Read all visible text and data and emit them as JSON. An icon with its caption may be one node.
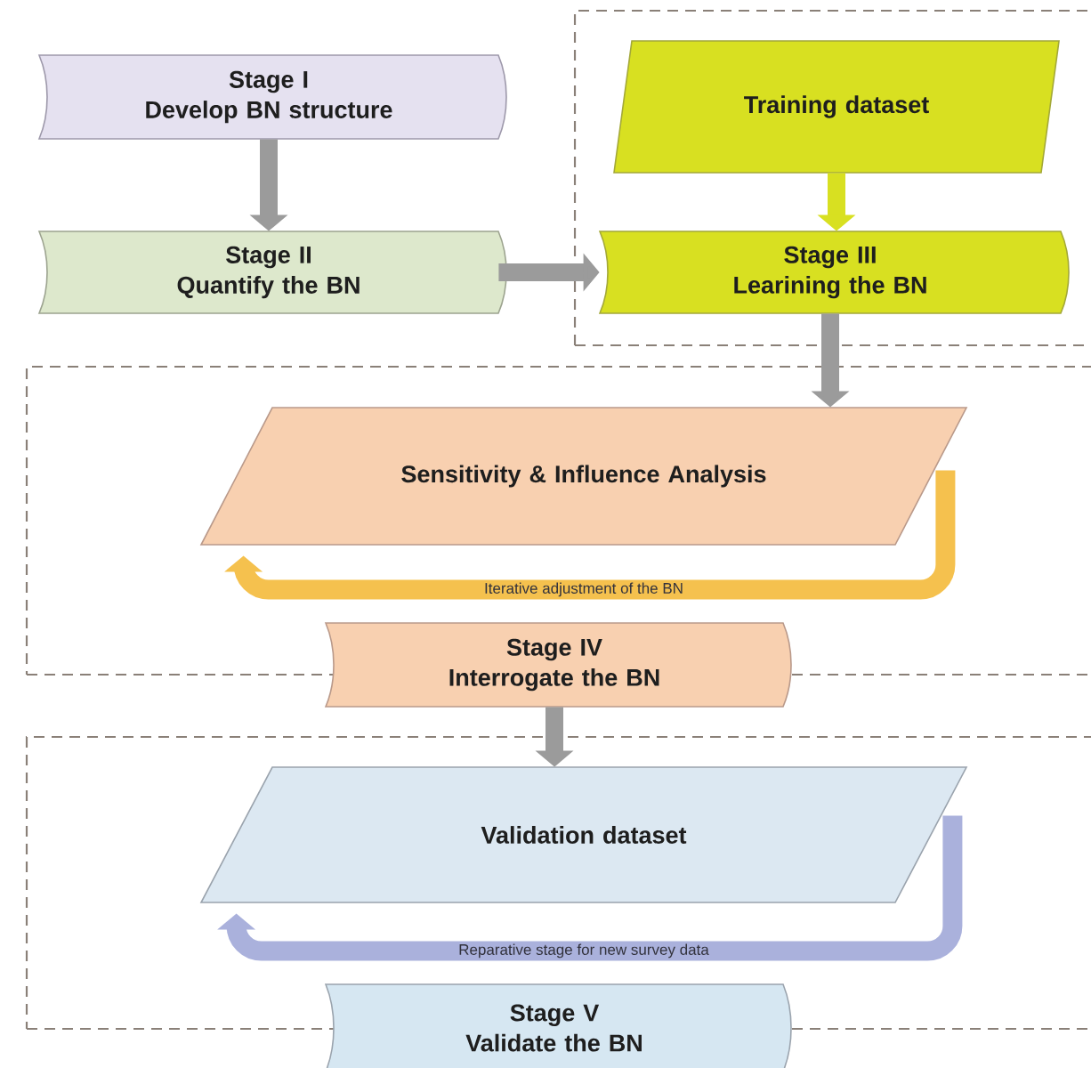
{
  "diagram": {
    "nodes": [
      {
        "text": [
          "Stage I",
          "Develop BN structure"
        ]
      },
      {
        "text": [
          "Stage II",
          "Quantify the BN"
        ]
      },
      {
        "text": [],
        "shape": "box"
      },
      {
        "text": [
          "Training dataset"
        ],
        "in": 2
      },
      {
        "text": [
          "Stage III",
          "Learining the BN"
        ],
        "in": 2
      },
      {
        "text": [],
        "shape": "box"
      },
      {
        "text": [
          "Sensitivity & Influence Analysis"
        ],
        "in": 5
      },
      {
        "text": [
          "Stage IV",
          "Interrogate the BN"
        ]
      },
      {
        "text": [],
        "shape": "box"
      },
      {
        "text": [
          "Validation dataset"
        ],
        "in": 8
      },
      {
        "text": [
          "Stage V",
          "Validate the BN"
        ]
      }
    ],
    "edges": [
      {
        "from": 0,
        "to": 1,
        "arrow": "to"
      },
      {
        "from": 3,
        "to": 4,
        "arrow": "to",
        "color": "#d8e021"
      },
      {
        "from": 1,
        "to": 4,
        "arrow": "to"
      },
      {
        "from": 4,
        "to": 6,
        "arrow": "to"
      },
      {
        "from": 6,
        "to": 6,
        "arrow": "to",
        "label": "Iterative adjustment of the BN",
        "color": "#f5c14e"
      },
      {
        "from": 7,
        "to": 9,
        "arrow": "to"
      },
      {
        "from": 9,
        "to": 9,
        "arrow": "to",
        "label": "Reparative stage for new survey data",
        "color": "#aab1dc"
      }
    ]
  }
}
